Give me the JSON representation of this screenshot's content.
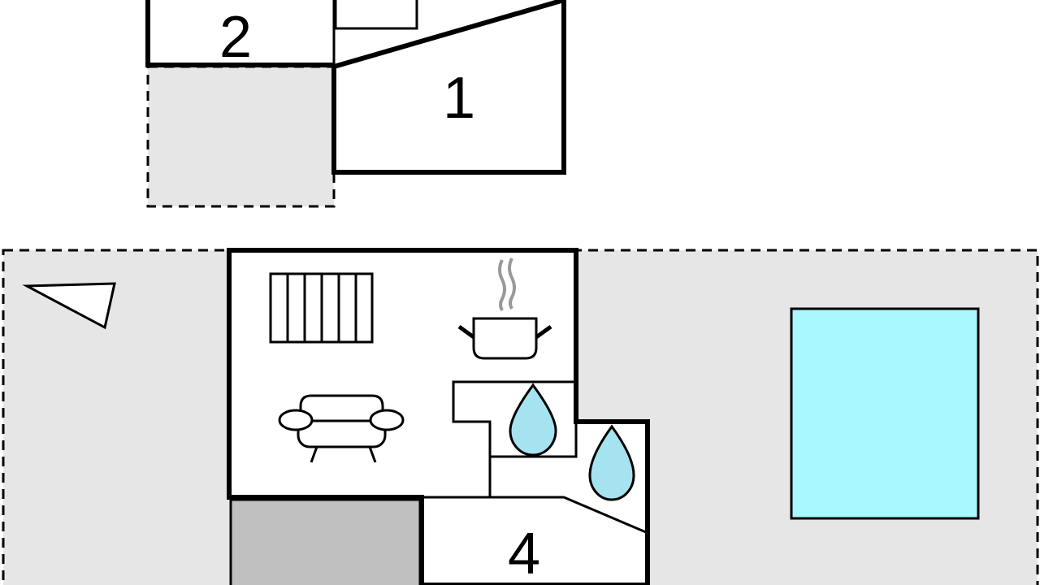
{
  "floorplan": {
    "room_labels": {
      "room1": "1",
      "room2": "2",
      "room4": "4"
    },
    "colors": {
      "wall": "#000000",
      "terrace": "#e6e6e6",
      "covered_area": "#c0c0c0",
      "pool": "#aaf8ff",
      "water_drop": "#a6e3f0",
      "steam": "#999999",
      "background": "#ffffff"
    },
    "icons": [
      "north-arrow-icon",
      "radiator-icon",
      "cooking-pot-icon",
      "sofa-icon",
      "water-drop-icon",
      "pool"
    ]
  }
}
